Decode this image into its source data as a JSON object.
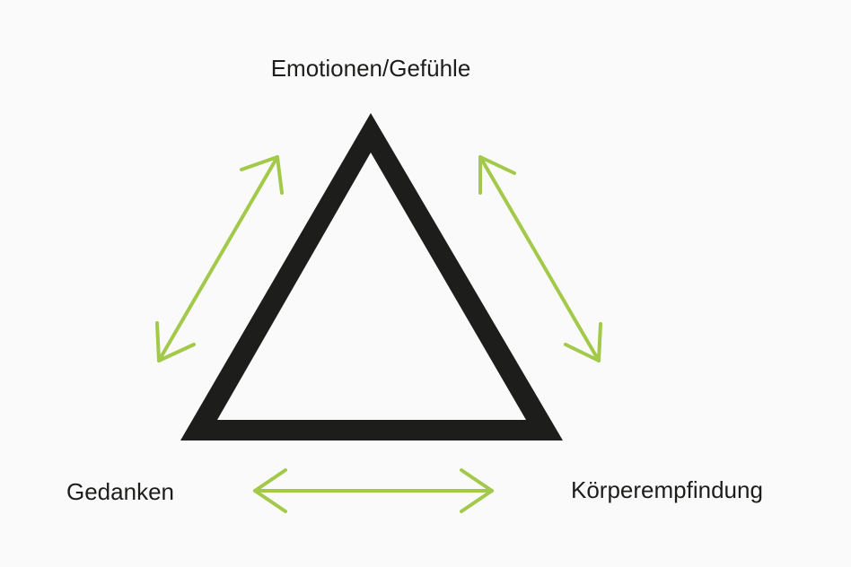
{
  "labels": {
    "top": "Emotionen/Gefühle",
    "left": "Gedanken",
    "right": "Körperempfindung"
  },
  "colors": {
    "background": "#fafafa",
    "triangle": "#1d1d1b",
    "arrows": "#a2c94a",
    "text": "#1d1d1b"
  }
}
